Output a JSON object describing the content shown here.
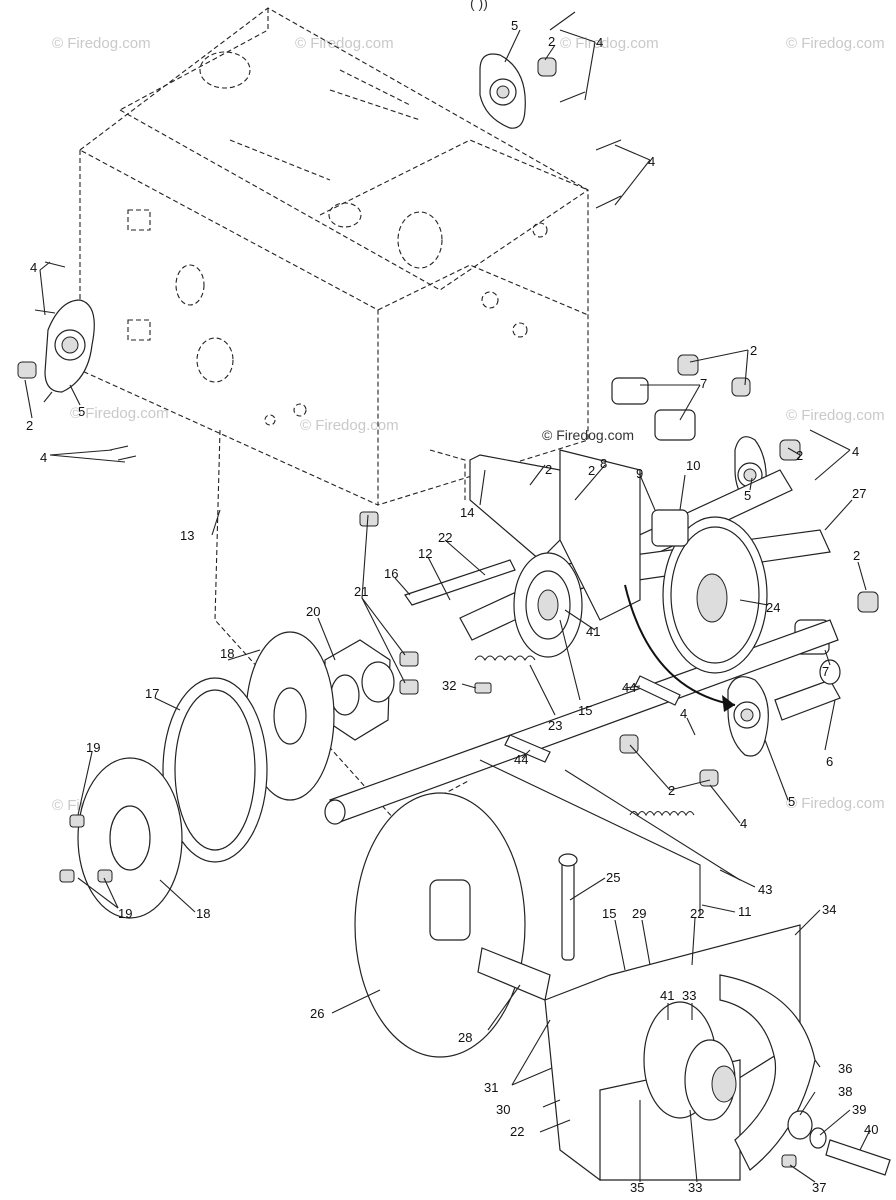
{
  "header_fragment": "(                    ))",
  "watermarks": [
    "© Firedog.com",
    "© Firedog.com",
    "© Firedog.com",
    "© Firedog.com",
    "© Firedog.com",
    "© Firedog.com",
    "© Firedog.com",
    "© Firedog.com",
    "© Firedog.com"
  ],
  "main_watermark": "© Firedog.com",
  "callouts": [
    "5",
    "2",
    "4",
    "4",
    "4",
    "2",
    "5",
    "2",
    "4",
    "2",
    "7",
    "2",
    "4",
    "8",
    "2",
    "9",
    "10",
    "5",
    "14",
    "27",
    "13",
    "22",
    "12",
    "16",
    "2",
    "21",
    "20",
    "24",
    "18",
    "41",
    "7",
    "17",
    "32",
    "15",
    "23",
    "44",
    "4",
    "19",
    "44",
    "6",
    "2",
    "5",
    "4",
    "19",
    "18",
    "25",
    "43",
    "11",
    "34",
    "15",
    "29",
    "22",
    "26",
    "41",
    "33",
    "28",
    "31",
    "36",
    "38",
    "30",
    "39",
    "40",
    "22",
    "35",
    "33",
    "37"
  ]
}
